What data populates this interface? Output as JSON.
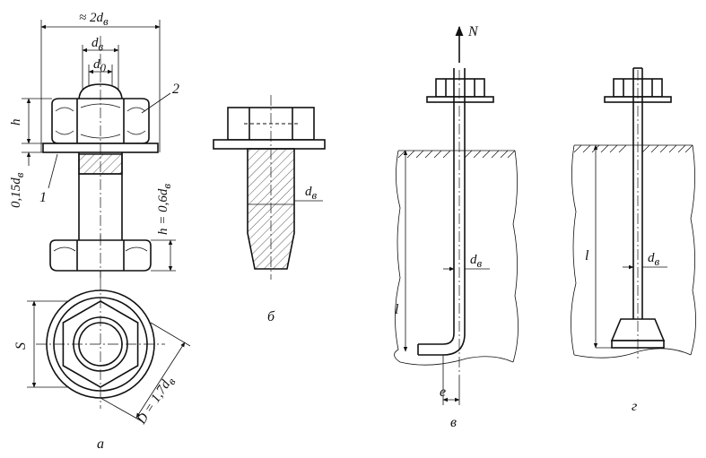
{
  "fig_a": {
    "dim_width": "≈ 2d",
    "dim_width_sub": "в",
    "dim_db": "d",
    "dim_db_sub": "в",
    "dim_d0": "d",
    "dim_d0_sub": "0",
    "dim_h": "h",
    "dim_washer": "0,15d",
    "dim_washer_sub": "в",
    "dim_head": "h = 0,6d",
    "dim_head_sub": "в",
    "callout_1": "1",
    "callout_2": "2",
    "dim_s": "S",
    "dim_d": "D = 1,7d",
    "dim_d_sub": "в",
    "caption": "а"
  },
  "fig_b": {
    "dim_db": "d",
    "dim_db_sub": "в",
    "caption": "б"
  },
  "fig_v": {
    "force": "N",
    "dim_db": "d",
    "dim_db_sub": "в",
    "dim_l": "l",
    "dim_e": "e",
    "caption": "в"
  },
  "fig_g": {
    "dim_db": "d",
    "dim_db_sub": "в",
    "dim_l": "l",
    "caption": "г"
  }
}
